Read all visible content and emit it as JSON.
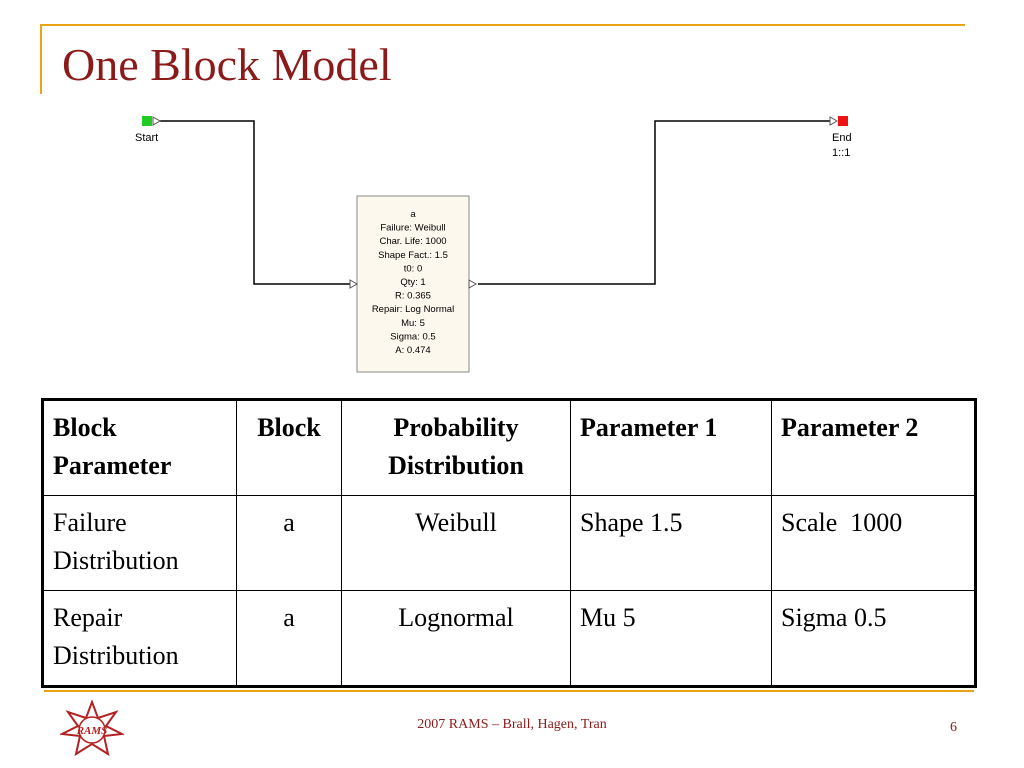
{
  "slide": {
    "title": "One Block Model",
    "page_number": "6",
    "footer": "2007 RAMS – Brall, Hagen, Tran",
    "logo_text": "RAMS"
  },
  "diagram": {
    "start_label": "Start",
    "end_label": "End",
    "end_sublabel": "1::1",
    "block_lines": [
      "a",
      "Failure: Weibull",
      "Char. Life: 1000",
      "Shape Fact.: 1.5",
      "t0: 0",
      "Qty: 1",
      "R: 0.365",
      "Repair: Log Normal",
      "Mu: 5",
      "Sigma: 0.5",
      "A: 0.474"
    ],
    "colors": {
      "start": "#22cc22",
      "end": "#ee1111",
      "block_fill": "#fdf8ee",
      "line": "#000000"
    }
  },
  "table": {
    "headers": {
      "block_parameter": [
        "Block",
        "Parameter"
      ],
      "block": "Block",
      "distribution": [
        "Probability",
        "Distribution"
      ],
      "param1": "Parameter 1",
      "param2": "Parameter 2"
    },
    "rows": [
      {
        "parameter": [
          "Failure",
          "Distribution"
        ],
        "block": "a",
        "distribution": "Weibull",
        "param1": "Shape 1.5",
        "param2": "Scale  1000"
      },
      {
        "parameter": [
          "Repair",
          "Distribution"
        ],
        "block": "a",
        "distribution": "Lognormal",
        "param1": "Mu 5",
        "param2": "Sigma 0.5"
      }
    ]
  },
  "theme": {
    "accent": "#e8a317",
    "title_color": "#8b1a1a"
  }
}
